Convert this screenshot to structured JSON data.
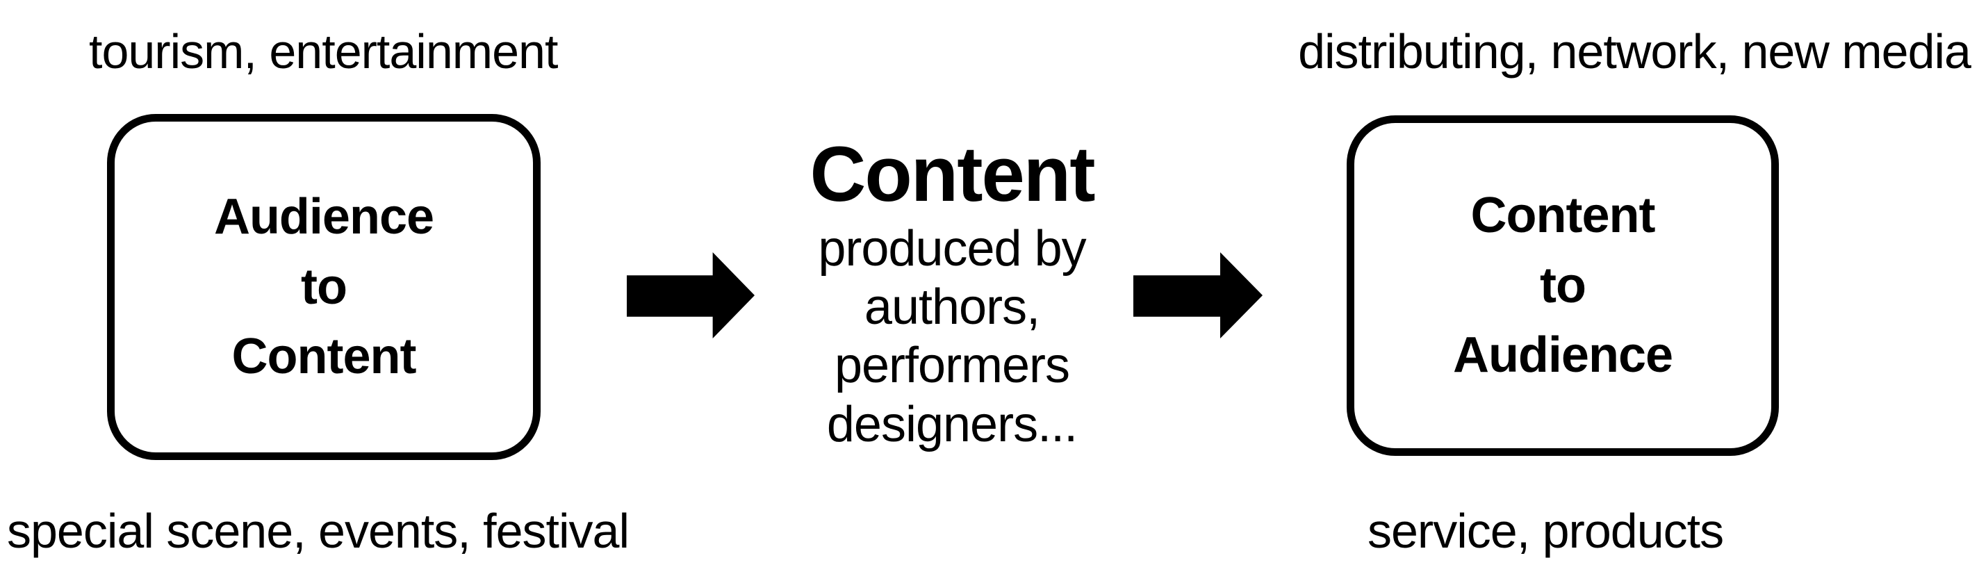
{
  "diagram": {
    "labels": {
      "top_left": "tourism, entertainment",
      "top_right": "distributing, network, new media",
      "bottom_left": "special scene, events, festival",
      "bottom_right": "service, products"
    },
    "left_box": {
      "lines": [
        "Audience",
        "to",
        "Content"
      ]
    },
    "center": {
      "title": "Content",
      "lines": [
        "produced by",
        "authors,",
        "performers",
        "designers..."
      ]
    },
    "right_box": {
      "lines": [
        "Content",
        "to",
        "Audience"
      ]
    },
    "colors": {
      "ink": "#000000",
      "background": "#ffffff"
    }
  }
}
